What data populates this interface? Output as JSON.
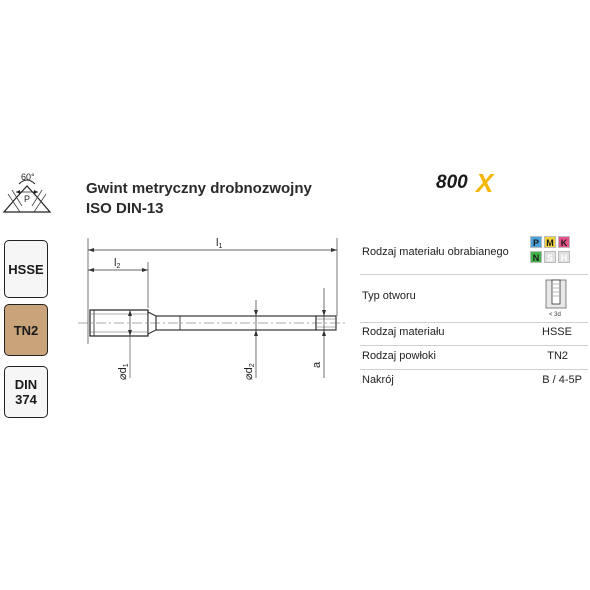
{
  "thread_profile": {
    "angle": "60°",
    "label": "P"
  },
  "badges": {
    "material": "HSSE",
    "coating": "TN2",
    "standard_line1": "DIN",
    "standard_line2": "374"
  },
  "title": {
    "line1": "Gwint metryczny drobnozwojny",
    "line2": "ISO DIN-13"
  },
  "brand": {
    "logo_text": "800",
    "logo_mark": "X"
  },
  "drawing": {
    "l1": "l",
    "l1_sub": "1",
    "l2": "l",
    "l2_sub": "2",
    "d1": "⌀d",
    "d1_sub": "1",
    "d2": "⌀d",
    "d2_sub": "2",
    "a": "a"
  },
  "specs": {
    "workpiece_material_label": "Rodzaj materiału obrabianego",
    "materials": [
      {
        "code": "P",
        "color": "#4aa3df",
        "active": true
      },
      {
        "code": "M",
        "color": "#f0d23a",
        "active": true
      },
      {
        "code": "K",
        "color": "#e8528a",
        "active": true
      },
      {
        "code": "N",
        "color": "#43b649",
        "active": true
      },
      {
        "code": "S",
        "color": "#e0e0e0",
        "active": false
      },
      {
        "code": "H",
        "color": "#e0e0e0",
        "active": false
      }
    ],
    "hole_type_label": "Typ otworu",
    "hole_note": "< 3d",
    "material_label": "Rodzaj materiału",
    "material_value": "HSSE",
    "coating_label": "Rodzaj powłoki",
    "coating_value": "TN2",
    "cut_label": "Nakrój",
    "cut_value": "B / 4-5P"
  },
  "colors": {
    "coating_badge": "#c9a47a",
    "logo_text": "#1a1a1a",
    "logo_mark": "#f2b705"
  }
}
